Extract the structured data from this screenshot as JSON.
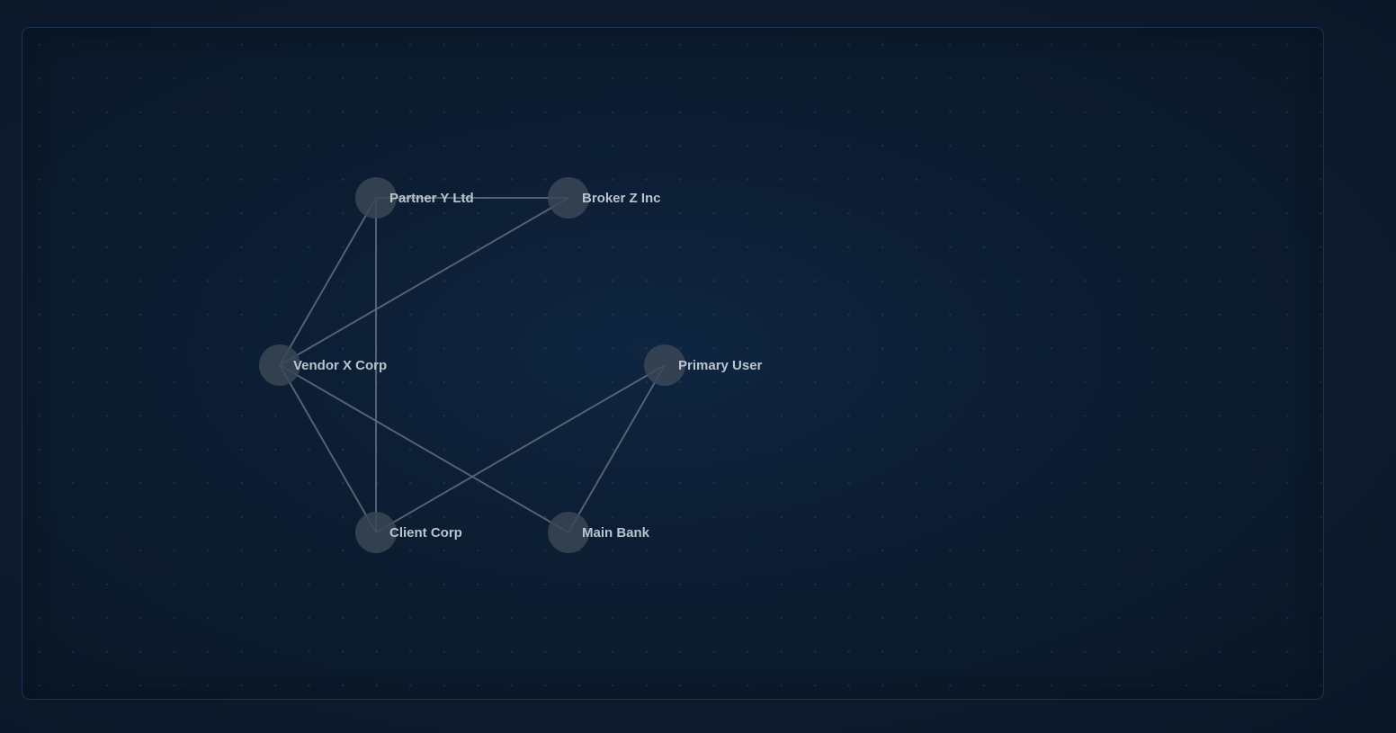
{
  "graph": {
    "nodes": [
      {
        "id": "partner",
        "label": "Partner Y Ltd"
      },
      {
        "id": "broker",
        "label": "Broker Z Inc"
      },
      {
        "id": "vendor",
        "label": "Vendor X Corp"
      },
      {
        "id": "primary",
        "label": "Primary User"
      },
      {
        "id": "client",
        "label": "Client Corp"
      },
      {
        "id": "bank",
        "label": "Main Bank"
      }
    ],
    "edges": [
      [
        "partner",
        "broker"
      ],
      [
        "partner",
        "vendor"
      ],
      [
        "partner",
        "client"
      ],
      [
        "broker",
        "vendor"
      ],
      [
        "vendor",
        "client"
      ],
      [
        "vendor",
        "bank"
      ],
      [
        "primary",
        "client"
      ],
      [
        "primary",
        "bank"
      ]
    ]
  }
}
